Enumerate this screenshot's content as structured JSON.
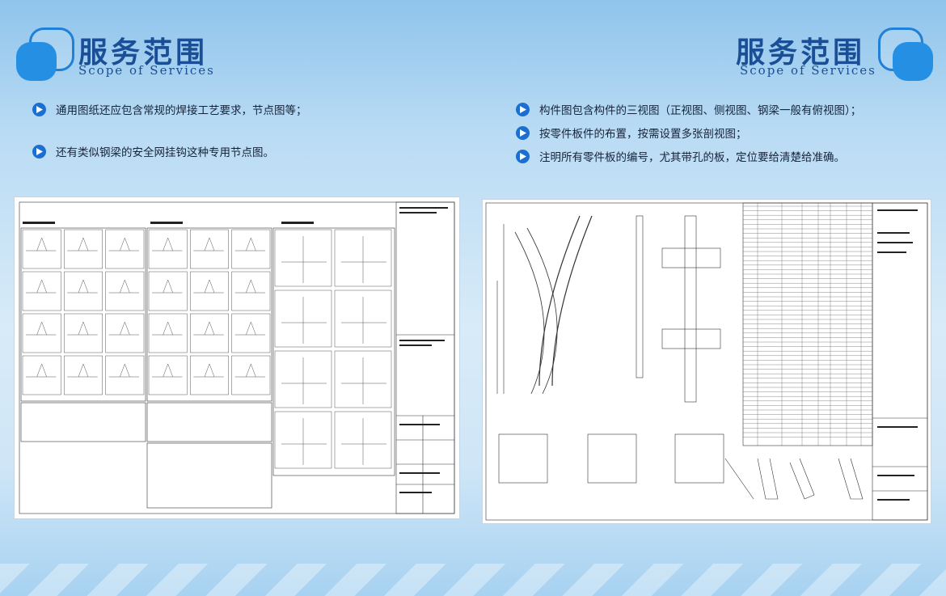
{
  "left_header": {
    "title": "服务范围",
    "subtitle": "Scope of Services"
  },
  "right_header": {
    "title": "服务范围",
    "subtitle": "Scope of Services"
  },
  "left_bullets": [
    "通用图纸还应包含常规的焊接工艺要求，节点图等；",
    "还有类似钢梁的安全网挂钩这种专用节点图。"
  ],
  "right_bullets": [
    "构件图包含构件的三视图（正视图、侧视图、钢梁一般有俯视图）；",
    "按零件板件的布置，按需设置多张剖视图；",
    "注明所有零件板的编号，尤其带孔的板，定位要给清楚给准确。"
  ],
  "icons": {
    "logo": "rounded-squares-logo",
    "bullet": "play-arrow-icon"
  },
  "colors": {
    "title": "#1a4f97",
    "accent": "#2590e3",
    "bullet": "#1c6fce"
  }
}
